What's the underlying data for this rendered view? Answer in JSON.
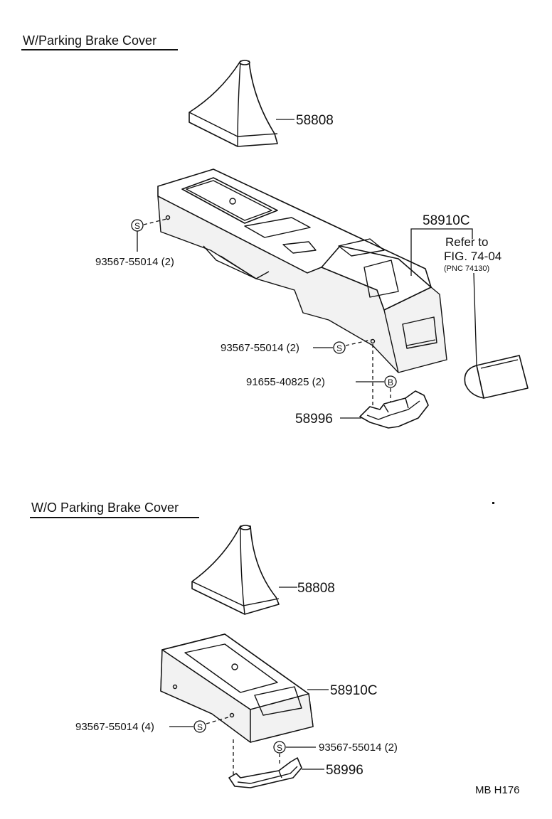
{
  "sections": {
    "with_cover": {
      "title": "W/Parking Brake Cover",
      "labels": {
        "boot": "58808",
        "console": "58910C",
        "refer_line1": "Refer to",
        "refer_line2": "FIG. 74-04",
        "refer_line3": "(PNC 74130)",
        "screw_left": "93567-55014 (2)",
        "screw_right": "93567-55014 (2)",
        "bolt": "91655-40825 (2)",
        "bracket": "58996"
      },
      "markers": {
        "screw": "S",
        "bolt": "B"
      }
    },
    "without_cover": {
      "title": "W/O Parking Brake Cover",
      "labels": {
        "boot": "58808",
        "console": "58910C",
        "screw_left": "93567-55014 (4)",
        "screw_right": "93567-55014 (2)",
        "bracket": "58996"
      },
      "markers": {
        "screw": "S"
      }
    }
  },
  "footer": {
    "code": "MB  H176"
  }
}
